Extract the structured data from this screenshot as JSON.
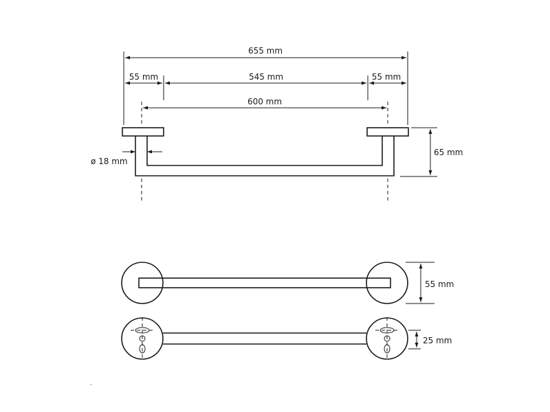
{
  "dimensions": {
    "total_length": "655 mm",
    "left_margin": "55 mm",
    "bar_length": "545 mm",
    "right_margin": "55 mm",
    "centers": "600 mm",
    "diameter": "ø 18 mm",
    "projection": "65 mm",
    "base_diameter": "55 mm",
    "hole_spacing": "25 mm"
  },
  "views": [
    "side-view",
    "top-view",
    "back-view"
  ]
}
